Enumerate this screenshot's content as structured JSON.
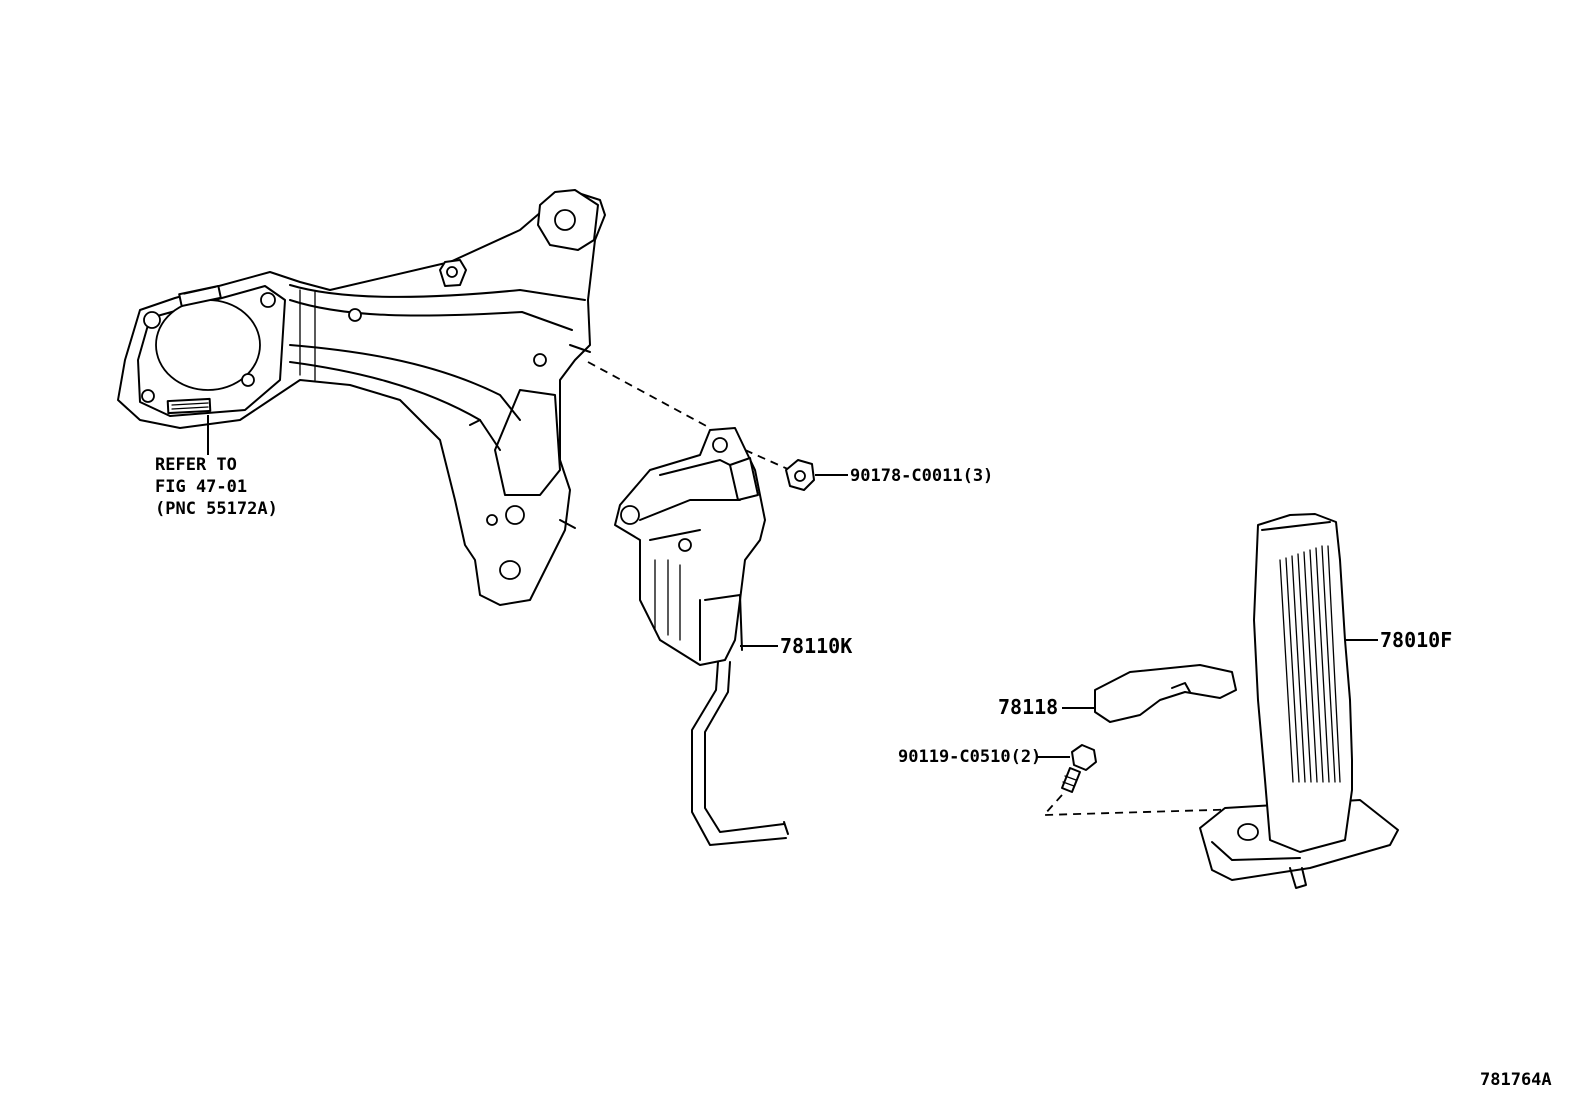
{
  "reference_note": {
    "line1": "REFER TO",
    "line2": "FIG 47-01",
    "line3": "(PNC 55172A)"
  },
  "callouts": {
    "nut": "90178-C0011(3)",
    "sensor_assy": "78110K",
    "pedal_assy": "78010F",
    "stopper": "78118",
    "bolt": "90119-C0510(2)"
  },
  "figure_id": "781764A"
}
